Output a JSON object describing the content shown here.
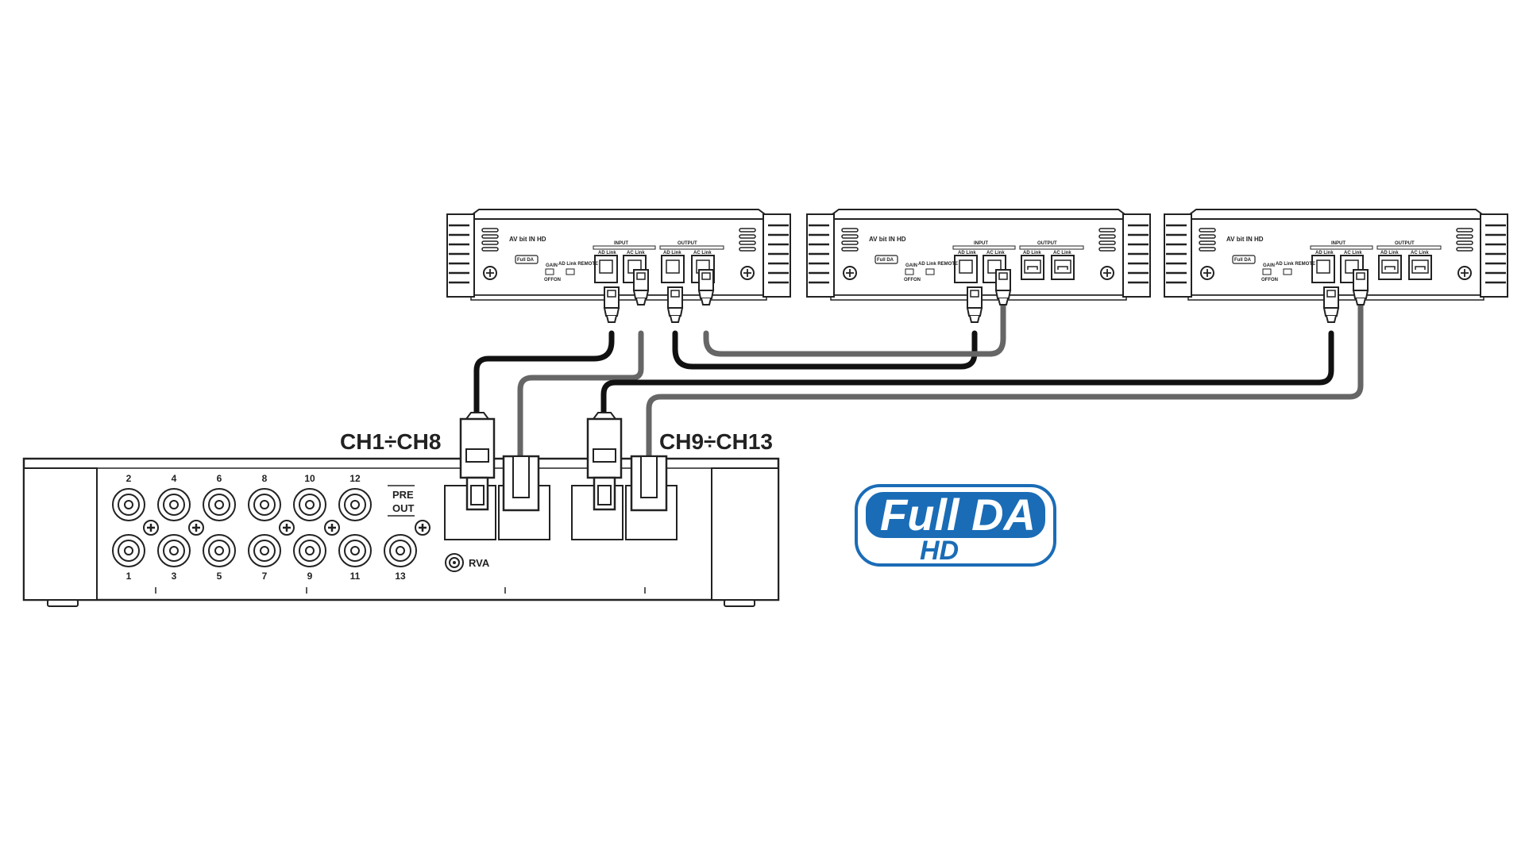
{
  "labels": {
    "group1": "CH1÷CH8",
    "group2": "CH9÷CH13",
    "pre_out_line1": "PRE",
    "pre_out_line2": "OUT",
    "rva": "RVA"
  },
  "processor": {
    "top_row_channels": [
      "2",
      "4",
      "6",
      "8",
      "10",
      "12"
    ],
    "bottom_row_channels": [
      "1",
      "3",
      "5",
      "7",
      "9",
      "11",
      "13"
    ]
  },
  "amplifier": {
    "model": "AV bit IN HD",
    "input_header": "INPUT",
    "output_header": "OUTPUT",
    "ad_link": "AD Link",
    "ac_link": "AC Link",
    "gain": "GAIN",
    "ad_link_remote": "AD Link REMOTE",
    "off": "OFF",
    "on": "ON",
    "badge": "Full DA"
  },
  "logo": {
    "main": "Full DA",
    "sub": "HD"
  },
  "colors": {
    "outline": "#222222",
    "cable_black": "#111111",
    "cable_gray": "#666666",
    "logo_blue": "#1a6cb6"
  }
}
